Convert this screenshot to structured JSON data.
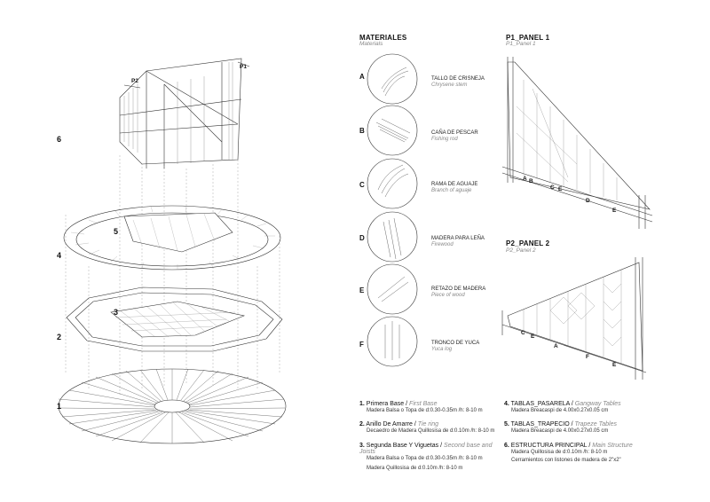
{
  "levels": {
    "l6": "6",
    "l5": "5",
    "l4": "4",
    "l3": "3",
    "l2": "2",
    "l1": "1"
  },
  "panel_marks": {
    "p2": "P2",
    "p1": "P1"
  },
  "materials": {
    "title": "MATERIALES",
    "subtitle": "Materials",
    "items": [
      {
        "letter": "A",
        "name": "TALLO DE CRISNEJA",
        "name_en": "Chrysene stem"
      },
      {
        "letter": "B",
        "name": "CAÑA DE PESCAR",
        "name_en": "Fishing rod"
      },
      {
        "letter": "C",
        "name": "RAMA DE AGUAJE",
        "name_en": "Branch of aguaje"
      },
      {
        "letter": "D",
        "name": "MADERA PARA LEÑA",
        "name_en": "Firewood"
      },
      {
        "letter": "E",
        "name": "RETAZO DE MADERA",
        "name_en": "Piece of wood"
      },
      {
        "letter": "F",
        "name": "TRONCO DE  YUCA",
        "name_en": "Yuca log"
      }
    ]
  },
  "panel1": {
    "title": "P1_PANEL 1",
    "subtitle": "P1_Panel 1",
    "labels": [
      "A",
      "B",
      "C",
      "E",
      "D",
      "E"
    ]
  },
  "panel2": {
    "title": "P2_PANEL 2",
    "subtitle": "P2_Panel 2",
    "labels": [
      "C",
      "E",
      "A",
      "F",
      "E"
    ]
  },
  "legend": {
    "i1": {
      "num": "1.",
      "title": "Primera Base",
      "sep": " / ",
      "en": "First Base",
      "lines": [
        "Madera Balsa o Topa de d:0.30-0.35m /h: 8-10 m"
      ]
    },
    "i2": {
      "num": "2.",
      "title": "Anillo De Amarre",
      "sep": " / ",
      "en": "Tie ring",
      "lines": [
        "Decaedro de  Madera Quillosisa de d:0.10m /h: 8-10 m"
      ]
    },
    "i3": {
      "num": "3.",
      "title": "Segunda Base Y Viguetas",
      "sep": " / ",
      "en": "Second base and Joists",
      "lines": [
        "Madera Balsa o Topa de d:0.30-0.35m /h: 8-10 m",
        "Madera Quillosisa de d:0.10m /h: 8-10 m"
      ]
    },
    "i4": {
      "num": "4.",
      "title": "TABLAS_PASARELA",
      "sep": " / ",
      "en": "Gangway Tables",
      "lines": [
        "Madera Breacaspi de 4.00x0.27x0.05 cm"
      ]
    },
    "i5": {
      "num": "5.",
      "title": "TABLAS_TRAPECIO",
      "sep": " / ",
      "en": "Trapeze Tables",
      "lines": [
        "Madera Breacaspi de 4.00x0.27x0.05 cm"
      ]
    },
    "i6": {
      "num": "6.",
      "title": "ESTRUCTURA PRINCIPAL",
      "sep": " / ",
      "en": "Main Structure",
      "lines": [
        "Madera Quillosisa de d:0.10m /h: 8-10 m",
        "Cerramientos con listones de madera de 2\"x2\""
      ]
    }
  }
}
